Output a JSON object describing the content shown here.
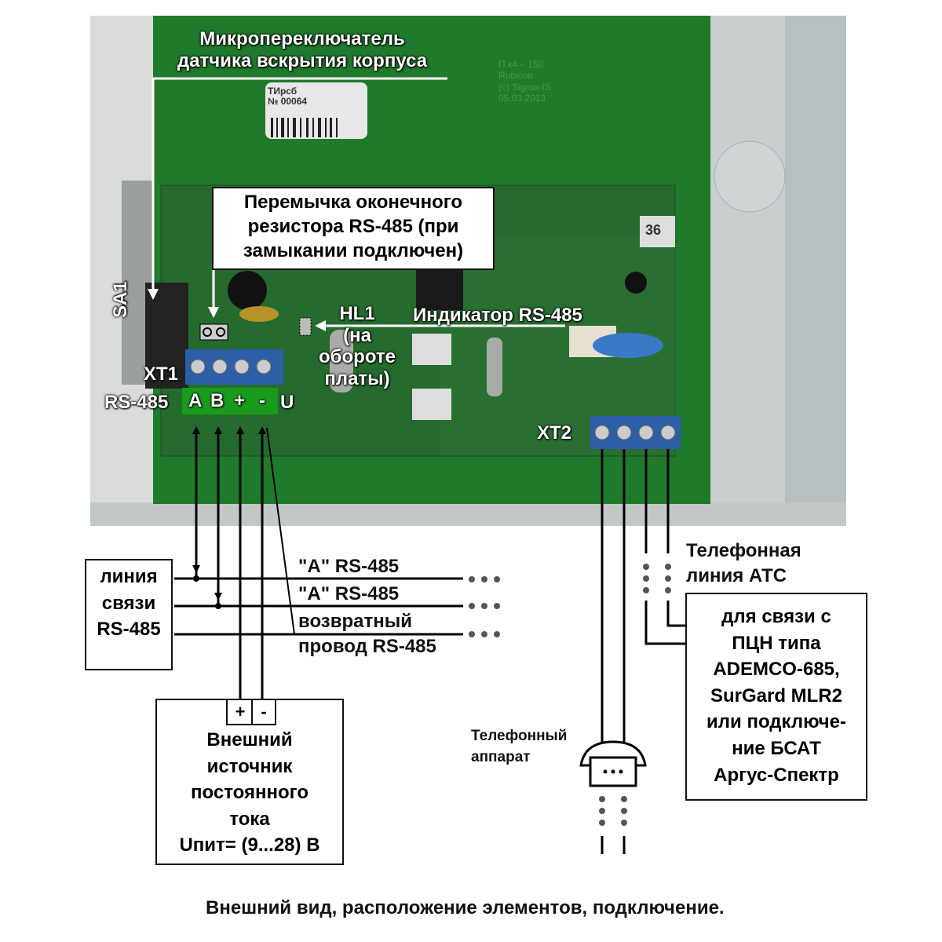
{
  "labels": {
    "microswitch_line1": "Микропереключатель",
    "microswitch_line2": "датчика вскрытия корпуса",
    "jumper_line1": "Перемычка оконечного",
    "jumper_line2": "резистора RS-485 (при",
    "jumper_line3": "замыкании подключен)",
    "sa1": "SA1",
    "hl1": "HL1",
    "hl1_note_line1": "(на",
    "hl1_note_line2": "обороте",
    "hl1_note_line3": "платы)",
    "indicator": "Индикатор RS-485",
    "xt1": "XT1",
    "xt1_rs485": "RS-485",
    "xt1_pins": [
      "A",
      "B",
      "+",
      "-"
    ],
    "xt1_u": "U",
    "xt2": "XT2",
    "board_sticker_line1": "ТИрсб",
    "board_sticker_line2": "№ 00064",
    "board_silk_line1": "П к4 – 150",
    "board_silk_line2": "Rubicon",
    "board_silk_line3": "(c) Sigma-IS",
    "board_silk_line4": "05.03.2013",
    "board_marking": "36"
  },
  "rs485_line_box": [
    "линия",
    "связи",
    "RS-485"
  ],
  "wires": {
    "a1": "\"A\" RS-485",
    "a2": "\"A\" RS-485",
    "return_line1": "возвратный",
    "return_line2": "провод RS-485"
  },
  "power_box": {
    "plus": "+",
    "minus": "-",
    "lines": [
      "Внешний",
      "источник",
      "постоянного",
      "тока",
      "Uпит= (9...28) В"
    ]
  },
  "phone_line_label": [
    "Телефонная",
    "линия АТС"
  ],
  "phone_label": [
    "Телефонный",
    "аппарат"
  ],
  "pcn_box": [
    "для связи с",
    "ПЦН типа",
    "ADEMCO-685,",
    "SurGard MLR2",
    "или подключе-",
    "ние БСАТ",
    "Аргус-Спектр"
  ],
  "caption": "Внешний вид, расположение элементов, подключение.",
  "colors": {
    "pcb": "#1f7a2c",
    "terminal_block": "#2d5fa8",
    "pin_label_bg": "#1a9a1a"
  }
}
